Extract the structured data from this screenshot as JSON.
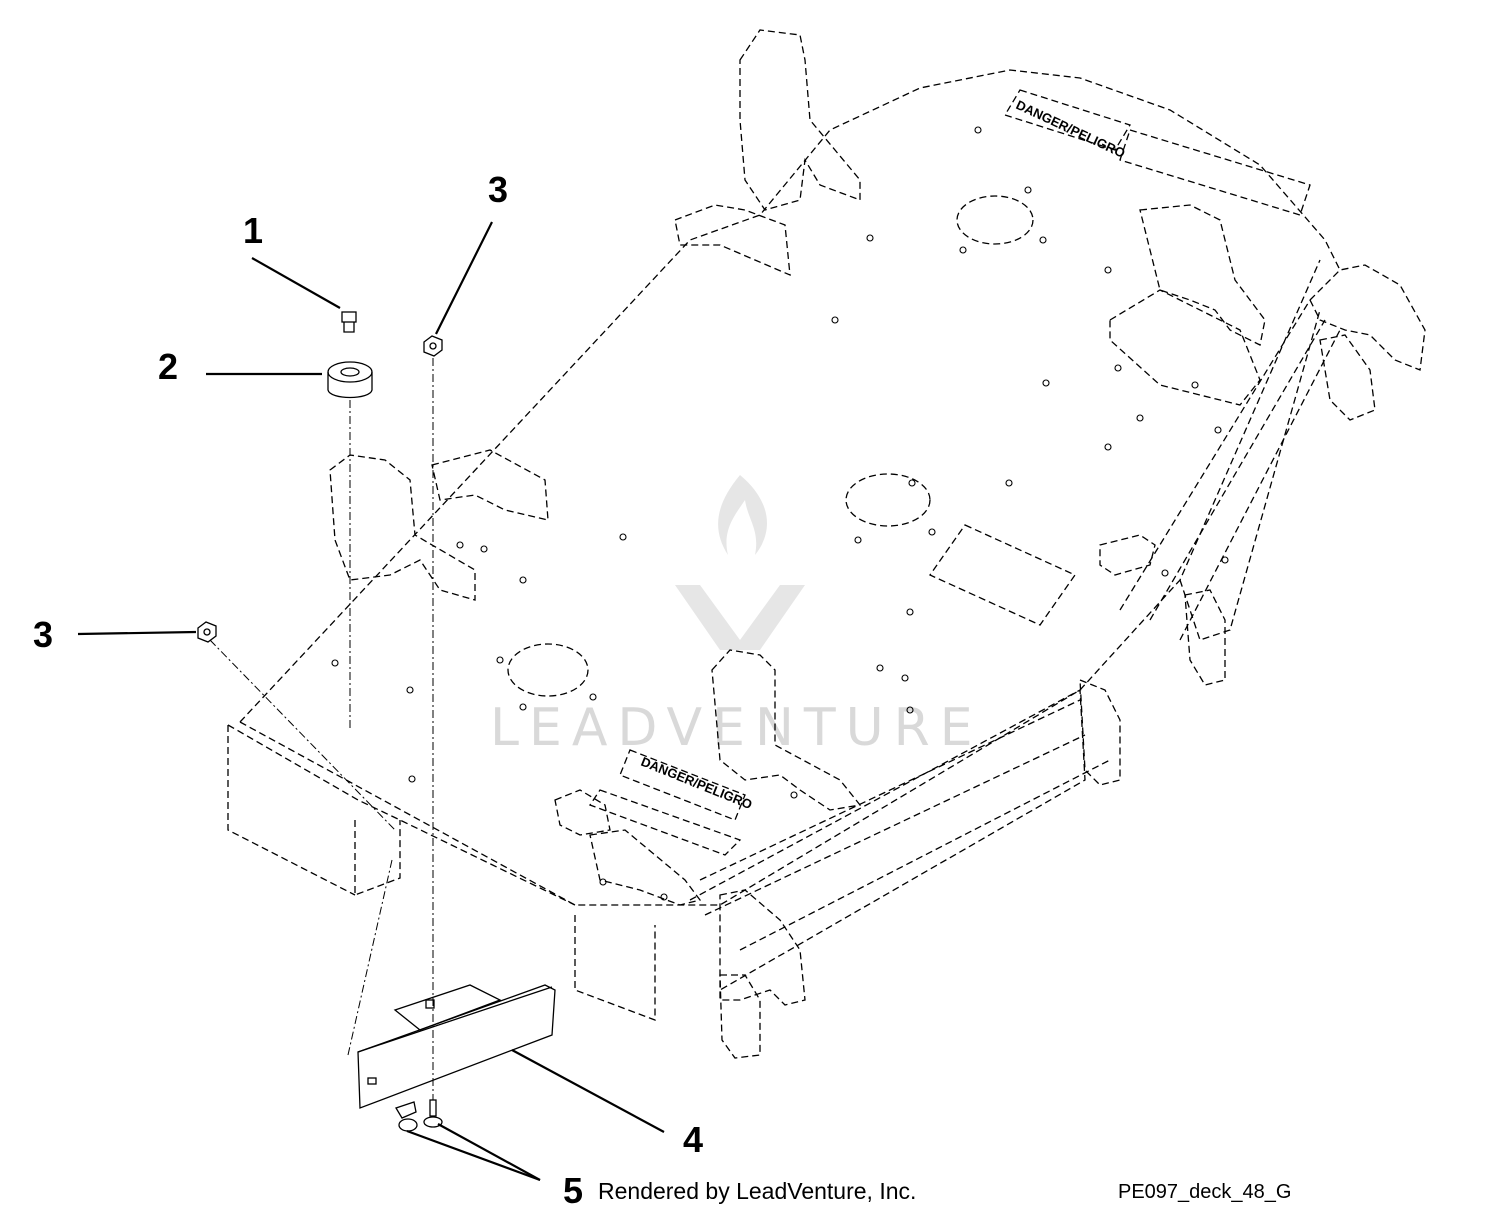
{
  "diagram": {
    "callouts": [
      {
        "id": "c1",
        "label": "1"
      },
      {
        "id": "c2",
        "label": "2"
      },
      {
        "id": "c3a",
        "label": "3"
      },
      {
        "id": "c3b",
        "label": "3"
      },
      {
        "id": "c4",
        "label": "4"
      },
      {
        "id": "c5",
        "label": "5"
      }
    ],
    "decals": {
      "rear_decal": "DANGER/PELIGRO",
      "front_decal": "DANGER/PELIGRO"
    },
    "watermark": "LEADVENTURE",
    "footer": {
      "credit": "Rendered by LeadVenture, Inc.",
      "code": "PE097_deck_48_G"
    }
  }
}
